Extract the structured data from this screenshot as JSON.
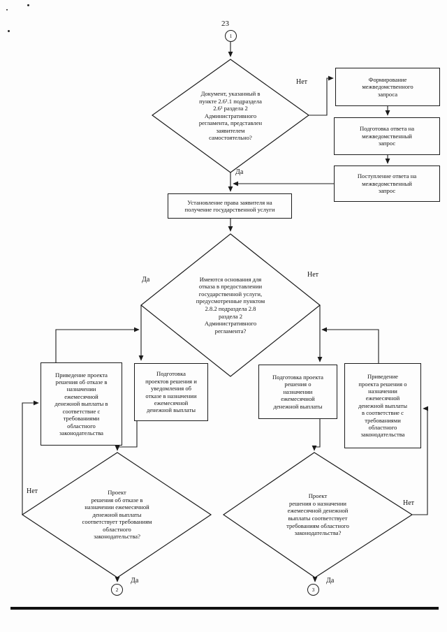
{
  "page_number": "23",
  "connectors": {
    "start": "1",
    "end_left": "2",
    "end_right": "3"
  },
  "labels": {
    "yes": "Да",
    "no": "Нет"
  },
  "nodes": {
    "doc_provided": "Документ, указанный в\nпункте 2.6¹.1 подраздела\n2.6¹ раздела 2\nАдминистративного\nрегламента, представлен\nзаявителем\nсамостоятельно?",
    "form_request": "Формирование\nмежведомственного\nзапроса",
    "prepare_answer": "Подготовка ответа на\nмежведомственный\nзапрос",
    "receive_answer": "Поступление ответа на\nмежведомственный\nзапрос",
    "establish_right": "Установление права заявителя на\nполучение государственной услуги",
    "refusal_grounds": "Имеются основания для\nотказа в предоставлении\nгосударственной услуги,\nпредусмотренные пунктом\n2.8.2 подраздела 2.8\nраздела 2\nАдминистративного\nрегламента?",
    "align_refusal_draft": "Приведение проекта\nрешения об отказе в\nназначении\nежемесячной\nденежной выплаты в\nсоответствие с\nтребованиями\nобластного\nзаконодательства",
    "prepare_refusal_drafts": "Подготовка\nпроектов решения и\nуведомления об\nотказе в назначении\nежемесячной\nденежной выплаты",
    "prepare_award_draft": "Подготовка проекта\nрешения о\nназначении\nежемесячной\nденежной выплаты",
    "align_award_draft": "Приведение\nпроекта решения о\nназначении\nежемесячной\nденежной выплаты\nв соответствие с\nтребованиями\nобластного\nзаконодательства",
    "refusal_draft_ok": "Проект\nрешения об отказе в\nназначении ежемесячной\nденежной выплаты\nсоответствует требованиям\nобластного\nзаконодательства?",
    "award_draft_ok": "Проект\nрешения о назначении\nежемесячной денежной\nвыплаты соответствует\nтребованиям областного\nзаконодательства?"
  }
}
